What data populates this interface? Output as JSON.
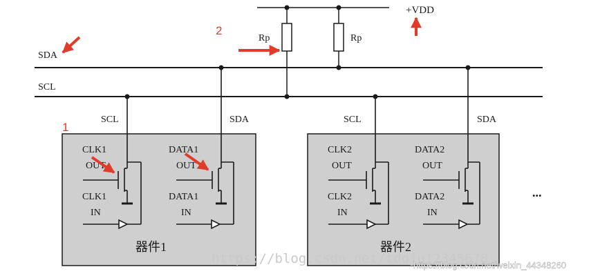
{
  "supply_label": "+VDD",
  "resistor_label": "Rp",
  "bus": {
    "sda": "SDA",
    "scl": "SCL"
  },
  "markers": [
    "1",
    "2"
  ],
  "devices": [
    {
      "title": "器件1",
      "scl_pin": "SCL",
      "sda_pin": "SDA",
      "clk_out": [
        "CLK1",
        "OUT"
      ],
      "clk_in": [
        "CLK1",
        "IN"
      ],
      "data_out": [
        "DATA1",
        "OUT"
      ],
      "data_in": [
        "DATA1",
        "IN"
      ]
    },
    {
      "title": "器件2",
      "scl_pin": "SCL",
      "sda_pin": "SDA",
      "clk_out": [
        "CLK2",
        "OUT"
      ],
      "clk_in": [
        "CLK2",
        "IN"
      ],
      "data_out": [
        "DATA2",
        "OUT"
      ],
      "data_in": [
        "DATA2",
        "IN"
      ]
    }
  ],
  "ellipsis": "...",
  "watermark": {
    "back": "https://blog.csdn.net/tdoju12345678",
    "front": "https://blog.csdn.net/weixin_44348260"
  },
  "colors": {
    "accent": "#e03c2a",
    "device_fill": "#cfcfcf",
    "line": "#1a1a1a"
  }
}
